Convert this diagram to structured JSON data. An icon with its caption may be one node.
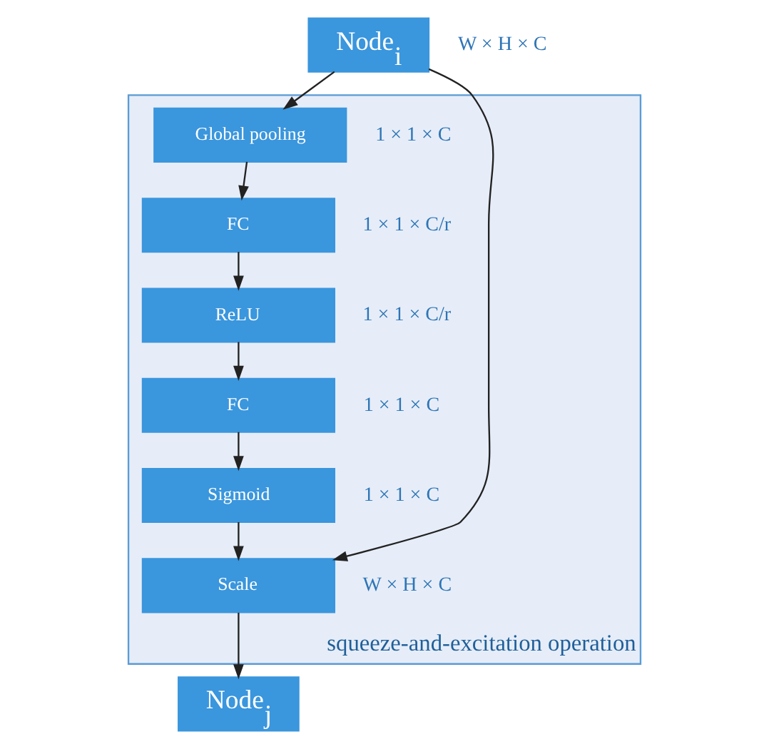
{
  "diagram": {
    "nodes": [
      {
        "text": [
          "Node$_{i}$"
        ],
        "beside": [
          "W × H × C"
        ]
      },
      {
        "text": [
          "squeeze-and-excitation operation"
        ]
      },
      {
        "text": [
          "Global pooling"
        ],
        "in": 1,
        "beside": [
          "1 × 1 × C"
        ]
      },
      {
        "text": [
          "FC"
        ],
        "in": 1,
        "beside": [
          "1 × 1 × C/r"
        ]
      },
      {
        "text": [
          "ReLU"
        ],
        "in": 1,
        "beside": [
          "1 × 1 × C/r"
        ]
      },
      {
        "text": [
          "FC"
        ],
        "in": 1,
        "beside": [
          "1 × 1 × C"
        ]
      },
      {
        "text": [
          "Sigmoid"
        ],
        "in": 1,
        "beside": [
          "1 × 1 × C"
        ]
      },
      {
        "text": [
          "Scale"
        ],
        "in": 1,
        "beside": [
          "W × H × C"
        ]
      },
      {
        "text": [
          "Node$_{j}$"
        ]
      }
    ],
    "edges": [
      {
        "from": 0,
        "to": 2,
        "arrow": "to"
      },
      {
        "from": 2,
        "to": 3,
        "arrow": "to"
      },
      {
        "from": 3,
        "to": 4,
        "arrow": "to"
      },
      {
        "from": 4,
        "to": 5,
        "arrow": "to"
      },
      {
        "from": 5,
        "to": 6,
        "arrow": "to"
      },
      {
        "from": 6,
        "to": 7,
        "arrow": "to"
      },
      {
        "from": 0,
        "to": 7,
        "arrow": "to"
      },
      {
        "from": 7,
        "to": 8,
        "arrow": "to"
      }
    ]
  }
}
